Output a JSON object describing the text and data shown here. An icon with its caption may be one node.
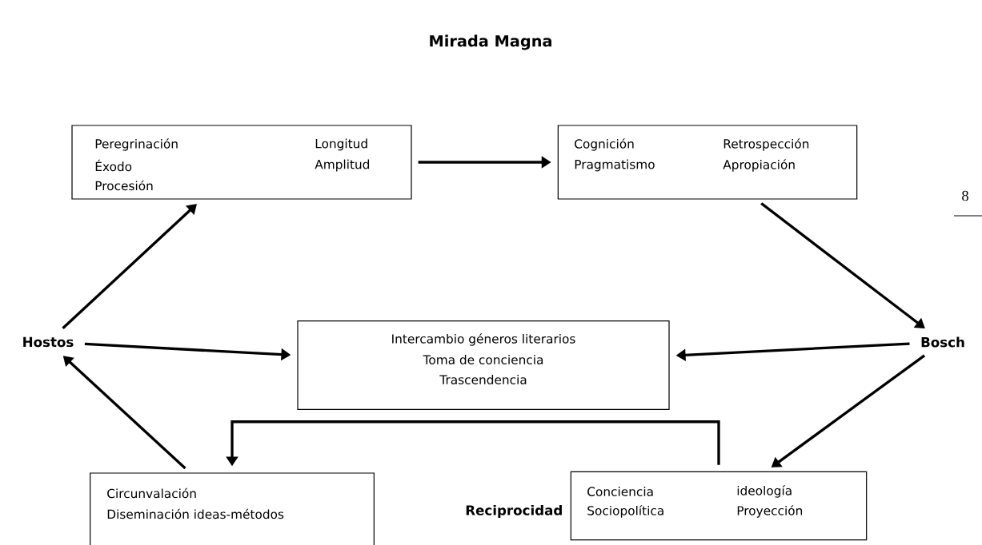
{
  "diagram": {
    "title": "Mirada Magna",
    "nodes": [
      {
        "text": [
          "Peregrinación",
          "Longitud",
          "Éxodo",
          "Amplitud",
          "Procesión"
        ]
      },
      {
        "text": [
          "Cognición",
          "Retrospección",
          "Pragmatismo",
          "Apropiación"
        ]
      },
      {
        "text": [
          "Hostos"
        ]
      },
      {
        "text": [
          "Intercambio géneros literarios",
          "Toma de conciencia",
          "Trascendencia"
        ]
      },
      {
        "text": [
          "Bosch"
        ]
      },
      {
        "text": [
          "Circunvalación",
          "Diseminación ideas-métodos"
        ]
      },
      {
        "text": [
          "Conciencia",
          "ideología",
          "Sociopolítica",
          "Proyección"
        ]
      }
    ],
    "edges": [
      {
        "from": 2,
        "to": 0,
        "arrow": "to"
      },
      {
        "from": 0,
        "to": 1,
        "arrow": "to"
      },
      {
        "from": 1,
        "to": 4,
        "arrow": "to"
      },
      {
        "from": 2,
        "to": 3,
        "arrow": "to"
      },
      {
        "from": 4,
        "to": 3,
        "arrow": "to"
      },
      {
        "from": 4,
        "to": 6,
        "arrow": "to"
      },
      {
        "from": 6,
        "to": 5,
        "arrow": "to"
      },
      {
        "from": 5,
        "to": 2,
        "arrow": "to"
      }
    ],
    "labels": [
      "8",
      "Reciprocidad"
    ]
  }
}
